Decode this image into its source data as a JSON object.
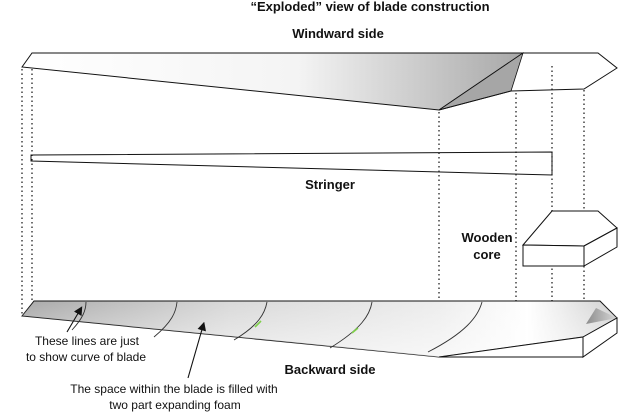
{
  "title": "“Exploded” view of blade construction",
  "labels": {
    "windward": "Windward side",
    "stringer": "Stringer",
    "wooden_core_line1": "Wooden",
    "wooden_core_line2": "core",
    "backward": "Backward side"
  },
  "notes": {
    "curve_line1": "These lines are just",
    "curve_line2": "to show curve of blade",
    "foam_line1": "The space within the blade is filled with",
    "foam_line2": "two part expanding foam"
  },
  "colors": {
    "outline": "#111111",
    "shade_dark": "#9a9a9a",
    "shade_light": "#f4f4f4",
    "accent_green": "#7fd14a"
  }
}
